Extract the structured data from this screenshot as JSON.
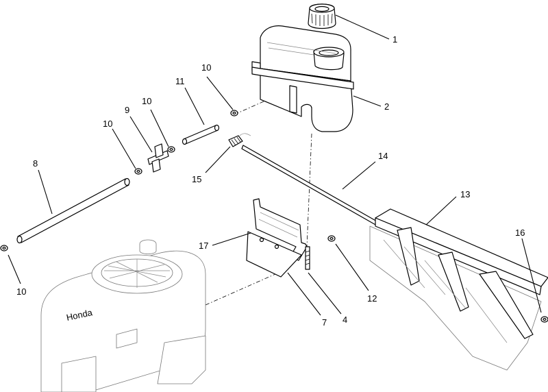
{
  "diagram": {
    "callouts": [
      {
        "id": "c1",
        "label": "1"
      },
      {
        "id": "c2",
        "label": "2"
      },
      {
        "id": "c4",
        "label": "4"
      },
      {
        "id": "c7",
        "label": "7"
      },
      {
        "id": "c8",
        "label": "8"
      },
      {
        "id": "c9",
        "label": "9"
      },
      {
        "id": "c10a",
        "label": "10"
      },
      {
        "id": "c10b",
        "label": "10"
      },
      {
        "id": "c10c",
        "label": "10"
      },
      {
        "id": "c10d",
        "label": "10"
      },
      {
        "id": "c11",
        "label": "11"
      },
      {
        "id": "c12",
        "label": "12"
      },
      {
        "id": "c13",
        "label": "13"
      },
      {
        "id": "c14",
        "label": "14"
      },
      {
        "id": "c15",
        "label": "15"
      },
      {
        "id": "c16",
        "label": "16"
      },
      {
        "id": "c17",
        "label": "17"
      }
    ],
    "engine_brand": "Honda"
  }
}
